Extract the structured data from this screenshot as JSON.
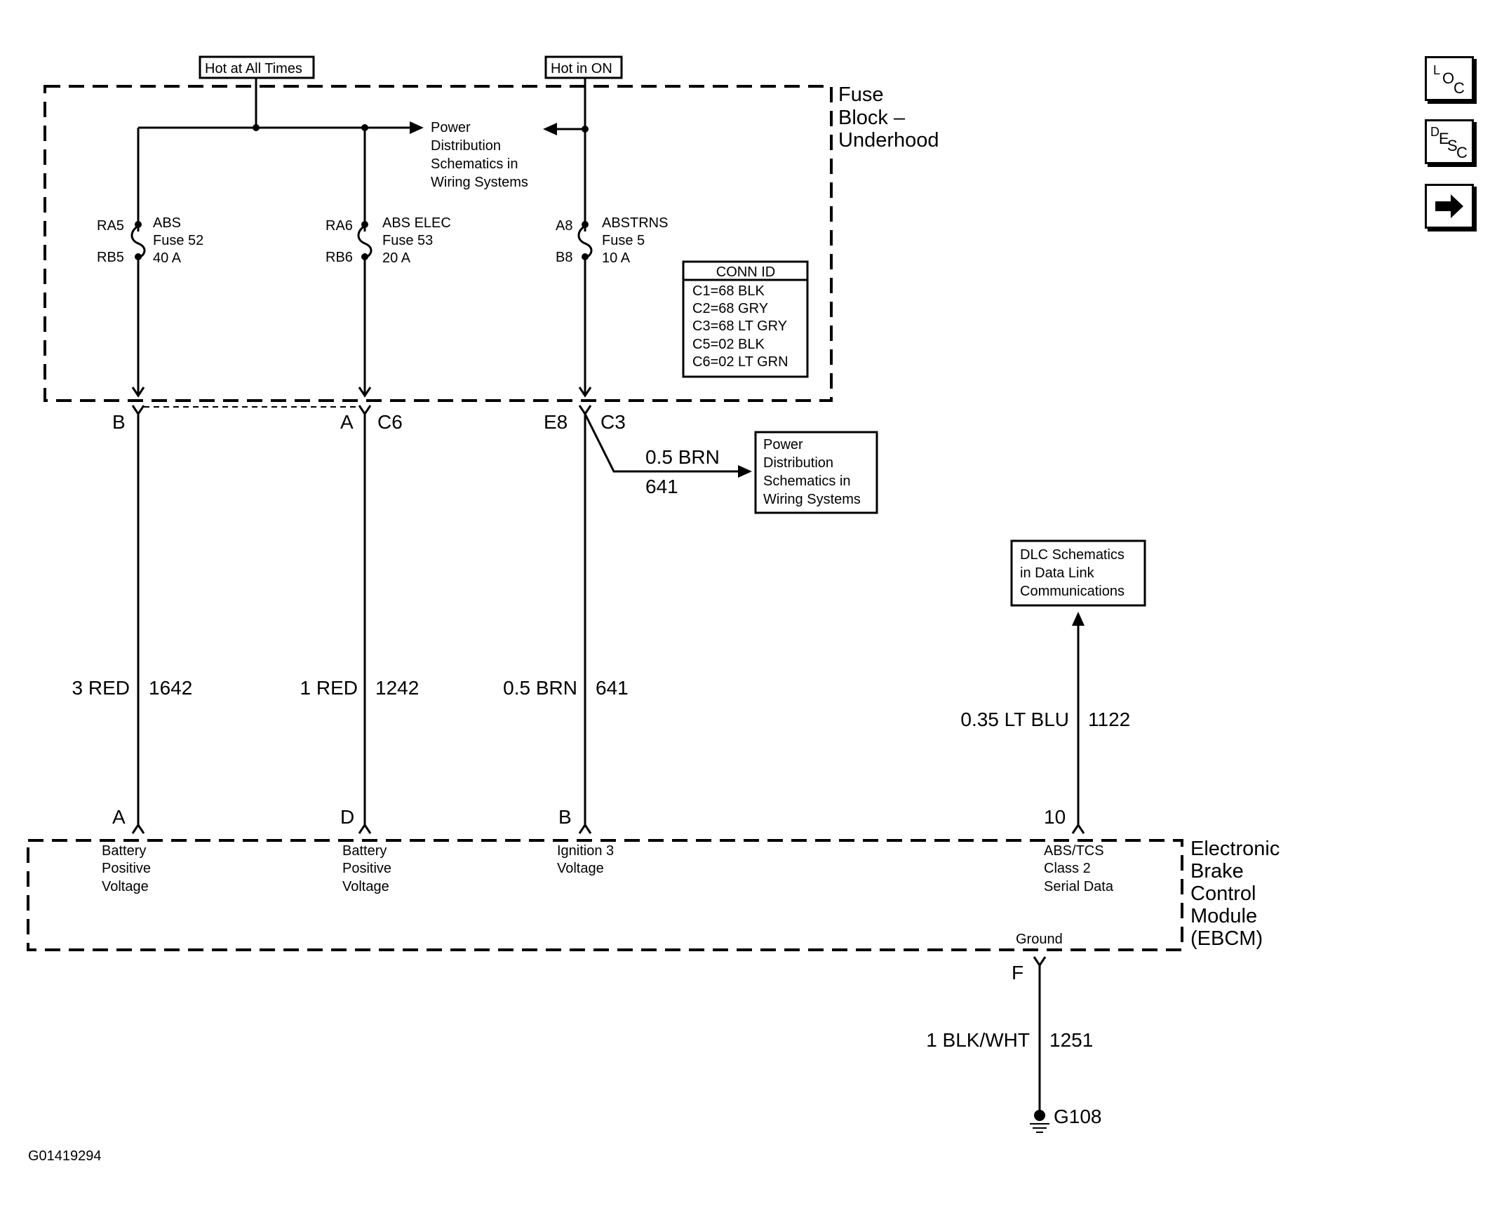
{
  "diagram_id": "G01419294",
  "nav": {
    "loc": {
      "l1": "L",
      "l2": "O",
      "l3": "C"
    },
    "desc": {
      "l1": "D",
      "l2": "E",
      "l3": "S",
      "l4": "C"
    }
  },
  "sources": {
    "hot_all_times": "Hot at All Times",
    "hot_in_on": "Hot in ON"
  },
  "fuse_block": {
    "title_1": "Fuse",
    "title_2": "Block –",
    "title_3": "Underhood"
  },
  "power_ref_left": [
    "Power",
    "Distribution",
    "Schematics in",
    "Wiring Systems"
  ],
  "fuses": [
    {
      "top_pin": "RA5",
      "bottom_pin": "RB5",
      "name": "ABS",
      "number": "Fuse 52",
      "rating": "40 A"
    },
    {
      "top_pin": "RA6",
      "bottom_pin": "RB6",
      "name": "ABS ELEC",
      "number": "Fuse 53",
      "rating": "20 A"
    },
    {
      "top_pin": "A8",
      "bottom_pin": "B8",
      "name": "ABSTRNS",
      "number": "Fuse 5",
      "rating": "10 A"
    }
  ],
  "conn_id": {
    "header": "CONN ID",
    "rows": [
      "C1=68 BLK",
      "C2=68 GRY",
      "C3=68 LT GRY",
      "C5=02 BLK",
      "C6=02 LT GRN"
    ]
  },
  "connectors": {
    "b": "B",
    "a": "A",
    "c6": "C6",
    "e8": "E8",
    "c3": "C3"
  },
  "branch": {
    "color": "0.5 BRN",
    "circuit": "641"
  },
  "power_ref_right": [
    "Power",
    "Distribution",
    "Schematics in",
    "Wiring Systems"
  ],
  "dlc_ref": [
    "DLC Schematics",
    "in Data Link",
    "Communications"
  ],
  "wires": [
    {
      "color": "3 RED",
      "circuit": "1642"
    },
    {
      "color": "1 RED",
      "circuit": "1242"
    },
    {
      "color": "0.5 BRN",
      "circuit": "641"
    },
    {
      "color": "0.35 LT BLU",
      "circuit": "1122"
    },
    {
      "color": "1 BLK/WHT",
      "circuit": "1251"
    }
  ],
  "ebcm_pins": [
    "A",
    "D",
    "B",
    "10"
  ],
  "ebcm_terminals": [
    [
      "Battery",
      "Positive",
      "Voltage"
    ],
    [
      "Battery",
      "Positive",
      "Voltage"
    ],
    [
      "Ignition 3",
      "Voltage"
    ],
    [
      "ABS/TCS",
      "Class 2",
      "Serial Data"
    ]
  ],
  "ebcm": {
    "title": [
      "Electronic",
      "Brake",
      "Control",
      "Module",
      "(EBCM)"
    ],
    "ground_label": "Ground",
    "ground_pin": "F"
  },
  "ground": {
    "name": "G108"
  }
}
